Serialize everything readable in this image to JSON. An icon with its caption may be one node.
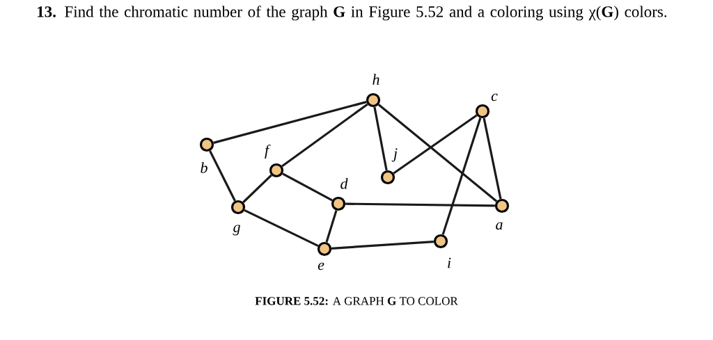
{
  "diagram": {
    "title": "**13.** Find the chromatic number of the graph **G** in Figure 5.52 and a coloring using χ(**G**) colors.",
    "caption": "**FIGURE 5.52:** A GRAPH **G** TO COLOR",
    "nodes": [
      {
        "text": [],
        "shape": "circle",
        "beside": [
          "h"
        ]
      },
      {
        "text": [],
        "shape": "circle",
        "beside": [
          "c"
        ]
      },
      {
        "text": [],
        "shape": "circle",
        "beside": [
          "b"
        ]
      },
      {
        "text": [],
        "shape": "circle",
        "beside": [
          "f"
        ]
      },
      {
        "text": [],
        "shape": "circle",
        "beside": [
          "j"
        ]
      },
      {
        "text": [],
        "shape": "circle",
        "beside": [
          "d"
        ]
      },
      {
        "text": [],
        "shape": "circle",
        "beside": [
          "a"
        ]
      },
      {
        "text": [],
        "shape": "circle",
        "beside": [
          "g"
        ]
      },
      {
        "text": [],
        "shape": "circle",
        "beside": [
          "i"
        ]
      },
      {
        "text": [],
        "shape": "circle",
        "beside": [
          "e"
        ]
      }
    ],
    "edges": [
      {
        "from": 2,
        "to": 0,
        "arrow": "none"
      },
      {
        "from": 2,
        "to": 7,
        "arrow": "none"
      },
      {
        "from": 7,
        "to": 3,
        "arrow": "none"
      },
      {
        "from": 3,
        "to": 0,
        "arrow": "none"
      },
      {
        "from": 3,
        "to": 5,
        "arrow": "none"
      },
      {
        "from": 7,
        "to": 9,
        "arrow": "none"
      },
      {
        "from": 9,
        "to": 5,
        "arrow": "none"
      },
      {
        "from": 5,
        "to": 6,
        "arrow": "none"
      },
      {
        "from": 9,
        "to": 8,
        "arrow": "none"
      },
      {
        "from": 8,
        "to": 1,
        "arrow": "none"
      },
      {
        "from": 1,
        "to": 6,
        "arrow": "none"
      },
      {
        "from": 1,
        "to": 4,
        "arrow": "none"
      },
      {
        "from": 0,
        "to": 4,
        "arrow": "none"
      },
      {
        "from": 0,
        "to": 6,
        "arrow": "none"
      }
    ]
  }
}
